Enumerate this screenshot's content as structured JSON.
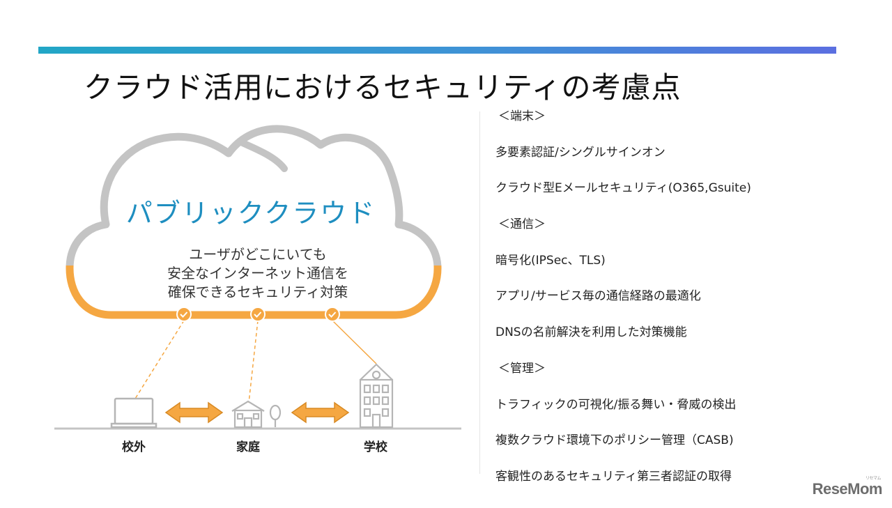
{
  "slide": {
    "title": "クラウド活用におけるセキュリティの考慮点"
  },
  "cloud": {
    "title": "パブリッククラウド",
    "desc_lines": [
      "ユーザがどこにいても",
      "安全なインターネット通信を",
      "確保できるセキュリティ対策"
    ],
    "gray_color": "#c4c4c4",
    "orange_color": "#f5a742",
    "title_color": "#1e8ec0"
  },
  "locations": {
    "outside": "校外",
    "home": "家庭",
    "school": "学校"
  },
  "considerations": [
    {
      "text": "＜端末＞",
      "header": true
    },
    {
      "text": "多要素認証/シングルサインオン",
      "header": false
    },
    {
      "text": "クラウド型Eメールセキュリティ(O365,Gsuite)",
      "header": false
    },
    {
      "text": "＜通信＞",
      "header": true
    },
    {
      "text": "暗号化(IPSec、TLS)",
      "header": false
    },
    {
      "text": "アプリ/サービス毎の通信経路の最適化",
      "header": false
    },
    {
      "text": "DNSの名前解決を利用した対策機能",
      "header": false
    },
    {
      "text": "＜管理＞",
      "header": true
    },
    {
      "text": "トラフィックの可視化/振る舞い・脅威の検出",
      "header": false
    },
    {
      "text": "複数クラウド環境下のポリシー管理（CASB)",
      "header": false
    },
    {
      "text": "客観性のあるセキュリティ第三者認証の取得",
      "header": false
    }
  ],
  "logo": {
    "text": "ReseMom",
    "sub": "リセマム"
  }
}
